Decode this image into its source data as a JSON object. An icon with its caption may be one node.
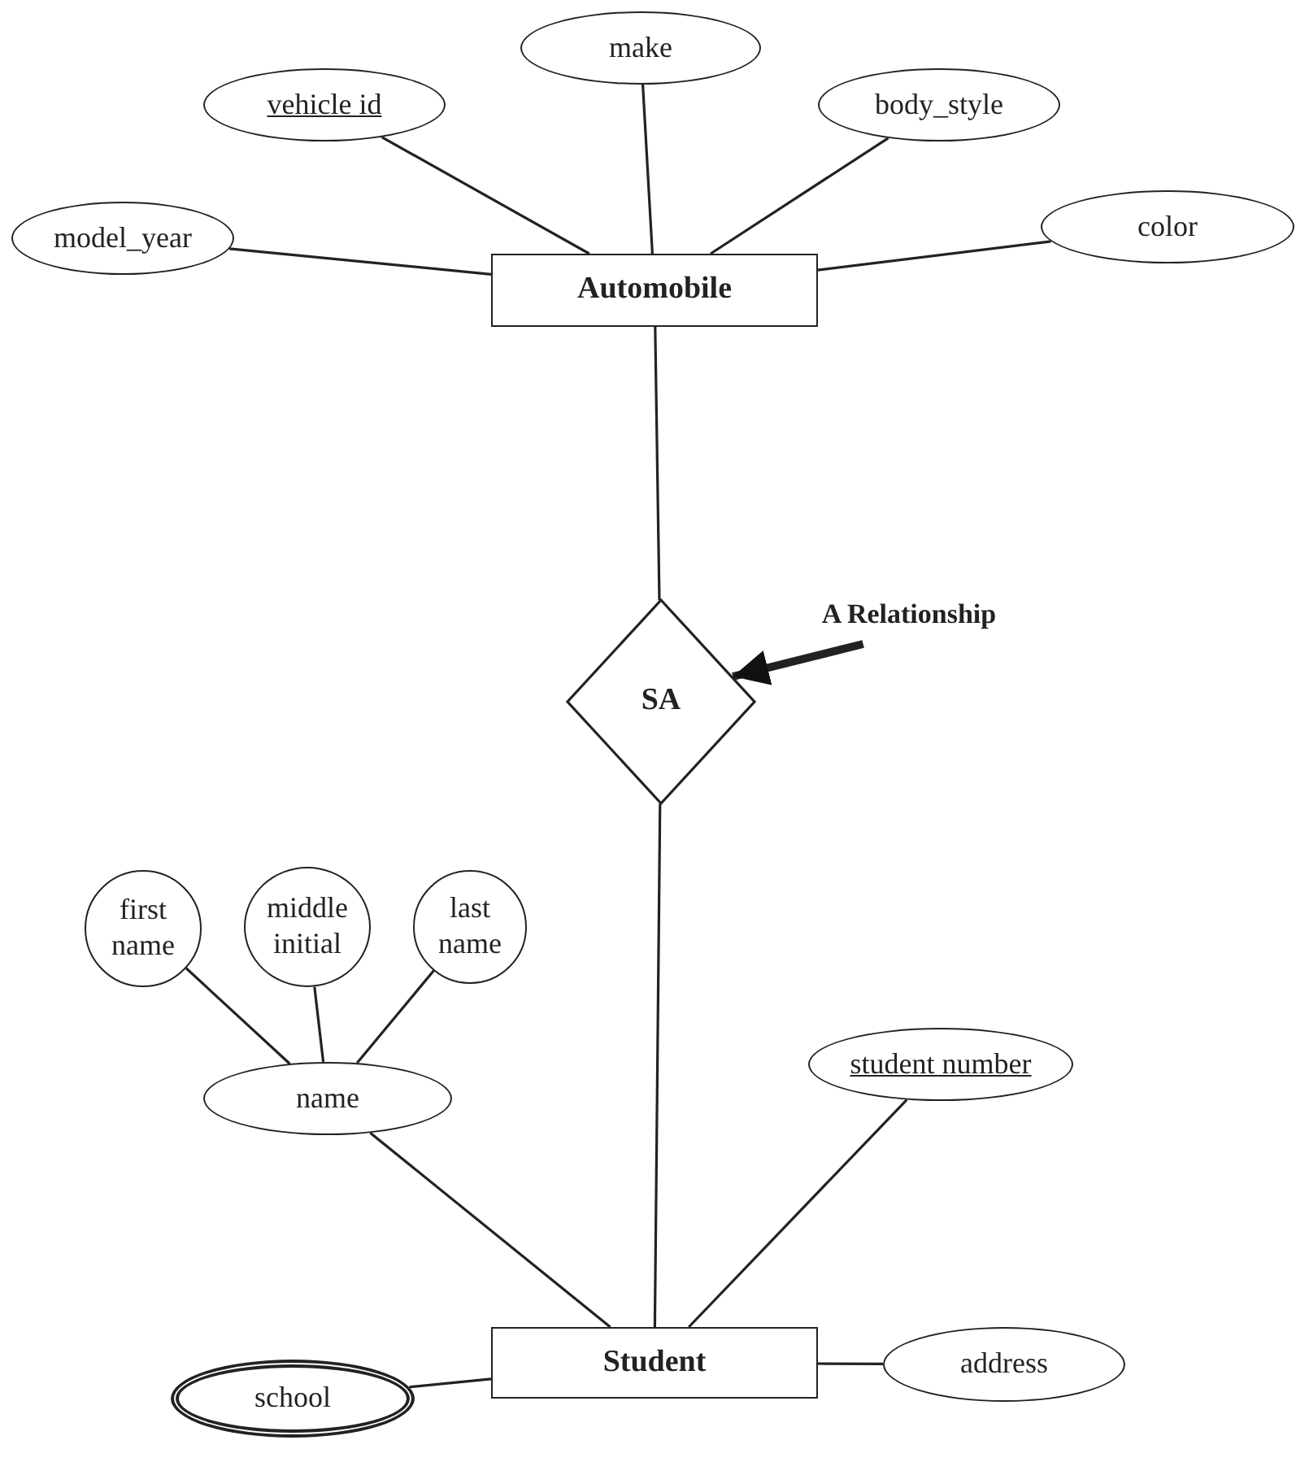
{
  "diagram": {
    "nodes": [
      {
        "text": [
          "Automobile"
        ]
      },
      {
        "text": [
          "model_year"
        ]
      },
      {
        "text": [
          "vehicle id"
        ]
      },
      {
        "text": [
          "make"
        ]
      },
      {
        "text": [
          "body_style"
        ]
      },
      {
        "text": [
          "color"
        ]
      },
      {
        "text": [
          "SA"
        ]
      },
      {
        "text": [
          "A Relationship"
        ]
      },
      {
        "text": [
          "Student"
        ]
      },
      {
        "text": [
          "name"
        ]
      },
      {
        "text": [
          "first name"
        ]
      },
      {
        "text": [
          "middle initial"
        ]
      },
      {
        "text": [
          "last name"
        ]
      },
      {
        "text": [
          "student number"
        ]
      },
      {
        "text": [
          "school"
        ]
      },
      {
        "text": [
          "address"
        ]
      }
    ],
    "edges": [
      {
        "from": 1,
        "to": 0,
        "arrow": "none"
      },
      {
        "from": 2,
        "to": 0,
        "arrow": "none"
      },
      {
        "from": 3,
        "to": 0,
        "arrow": "none"
      },
      {
        "from": 4,
        "to": 0,
        "arrow": "none"
      },
      {
        "from": 5,
        "to": 0,
        "arrow": "none"
      },
      {
        "from": 0,
        "to": 6,
        "arrow": "none"
      },
      {
        "from": 6,
        "to": 8,
        "arrow": "none"
      },
      {
        "from": 7,
        "to": 6,
        "arrow": "to",
        "style": "thick"
      },
      {
        "from": 10,
        "to": 9,
        "arrow": "none"
      },
      {
        "from": 11,
        "to": 9,
        "arrow": "none"
      },
      {
        "from": 12,
        "to": 9,
        "arrow": "none"
      },
      {
        "from": 9,
        "to": 8,
        "arrow": "none"
      },
      {
        "from": 13,
        "to": 8,
        "arrow": "none"
      },
      {
        "from": 14,
        "to": 8,
        "arrow": "none"
      },
      {
        "from": 15,
        "to": 8,
        "arrow": "none"
      }
    ]
  }
}
